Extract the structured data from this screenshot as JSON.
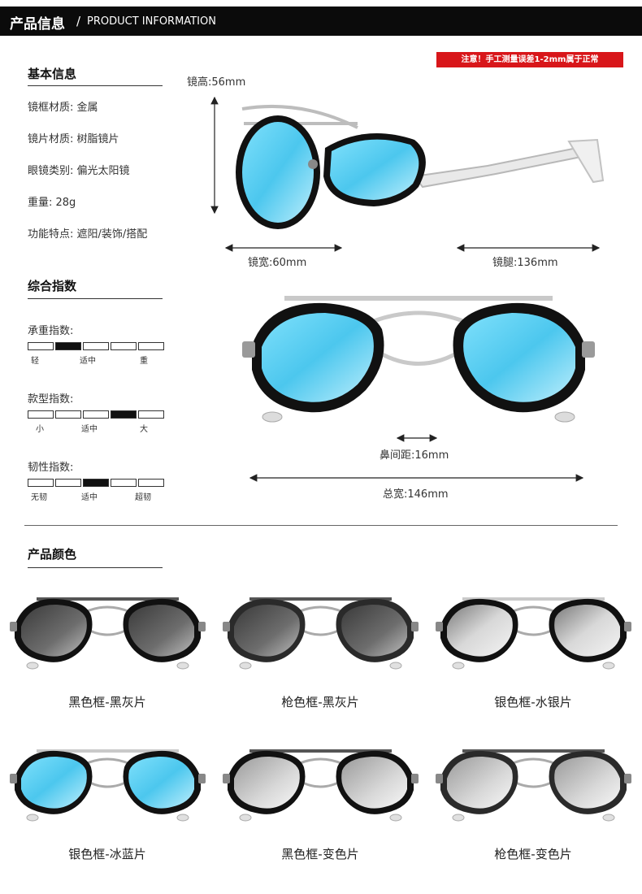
{
  "header": {
    "title_cn": "产品信息",
    "separator": "/",
    "title_en": "PRODUCT INFORMATION"
  },
  "notice": "注意！手工测量误差1-2mm属于正常",
  "basic": {
    "title": "基本信息",
    "specs": [
      "镜框材质: 金属",
      "镜片材质: 树脂镜片",
      "眼镜类别: 偏光太阳镜",
      "重量: 28g",
      "功能特点: 遮阳/装饰/搭配"
    ]
  },
  "dimensions": {
    "lens_height": "镜高:56mm",
    "lens_width": "镜宽:60mm",
    "temple_length": "镜腿:136mm",
    "bridge": "鼻间距:16mm",
    "total_width": "总宽:146mm"
  },
  "ratings": {
    "title": "综合指数",
    "meters": [
      {
        "label": "承重指数:",
        "level_index": 1,
        "marks": [
          "轻",
          "适中",
          "重"
        ]
      },
      {
        "label": "款型指数:",
        "level_index": 3,
        "marks": [
          "小",
          "适中",
          "大"
        ]
      },
      {
        "label": "韧性指数:",
        "level_index": 2,
        "marks": [
          "无韧",
          "适中",
          "超韧"
        ]
      }
    ]
  },
  "colors": {
    "title": "产品颜色",
    "variants": [
      {
        "name": "黑色框-黑灰片",
        "frame": "#111111",
        "lens": "grey"
      },
      {
        "name": "枪色框-黑灰片",
        "frame": "#2a2a2a",
        "lens": "grey"
      },
      {
        "name": "银色框-水银片",
        "frame": "#111111",
        "lens": "silver"
      },
      {
        "name": "银色框-冰蓝片",
        "frame": "#111111",
        "lens": "blue"
      },
      {
        "name": "黑色框-变色片",
        "frame": "#111111",
        "lens": "clear"
      },
      {
        "name": "枪色框-变色片",
        "frame": "#2a2a2a",
        "lens": "clear"
      }
    ]
  },
  "palette": {
    "accent": "#d8161a",
    "lens_blue": "#4ec8ee",
    "frame_silver": "#c9c9c9"
  }
}
